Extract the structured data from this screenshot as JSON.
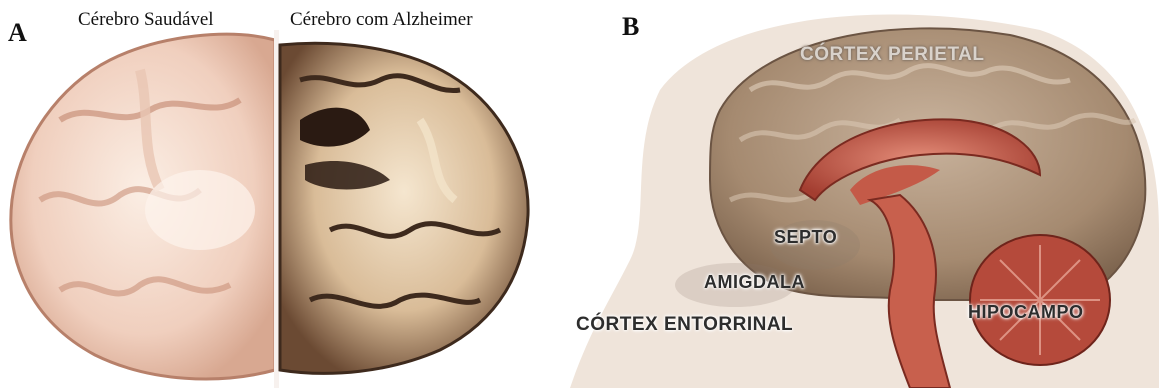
{
  "panel_a": {
    "letter": "A",
    "caption_left": "Cérebro Saudável",
    "caption_right": "Cérebro com Alzheimer"
  },
  "panel_b": {
    "letter": "B",
    "labels": {
      "parietal": "CÓRTEX PERIETAL",
      "septo": "SEPTO",
      "amigdala": "AMIGDALA",
      "entorrinal": "CÓRTEX ENTORRINAL",
      "hipocampo": "HIPOCAMPO"
    }
  },
  "colors": {
    "healthy_tissue": "#f3d9c9",
    "alz_tissue": "#6a4a34",
    "cortex_brown": "#a58a70",
    "deep_red": "#b0473a"
  }
}
